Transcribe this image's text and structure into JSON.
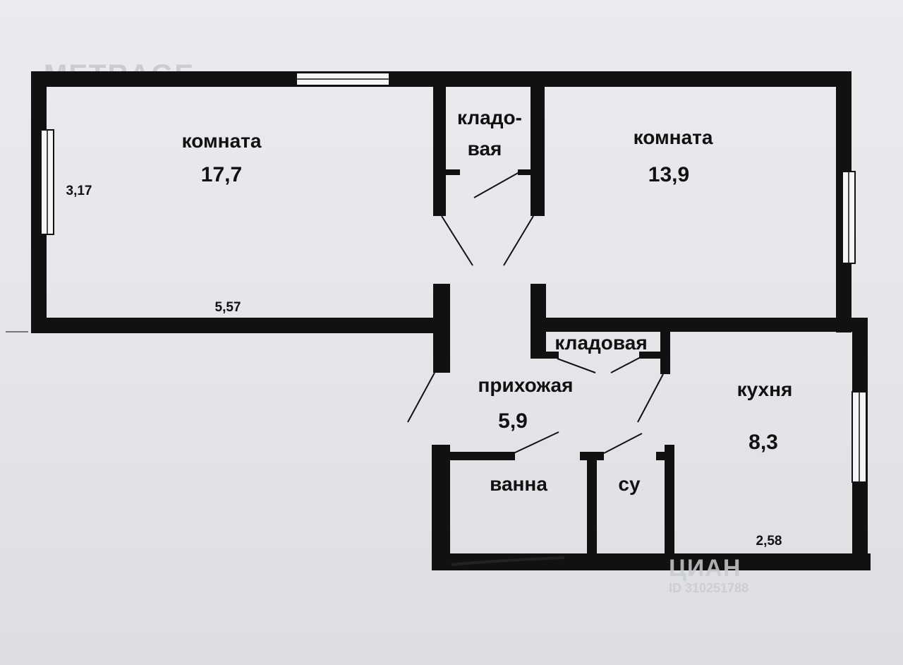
{
  "watermarks": {
    "top": "METRAGE",
    "bottom_brand": "ЦИАН",
    "bottom_id": "ID 310251788"
  },
  "rooms": [
    {
      "id": "room-1",
      "name": "комната",
      "area": "17,7"
    },
    {
      "id": "pantry-1",
      "name_line1": "кладо-",
      "name_line2": "вая"
    },
    {
      "id": "room-2",
      "name": "комната",
      "area": "13,9"
    },
    {
      "id": "pantry-2",
      "name": "кладовая"
    },
    {
      "id": "hallway",
      "name": "прихожая",
      "area": "5,9"
    },
    {
      "id": "kitchen",
      "name": "кухня",
      "area": "8,3"
    },
    {
      "id": "bathroom",
      "name": "ванна"
    },
    {
      "id": "toilet",
      "name": "су"
    }
  ],
  "dimensions": {
    "room1_height": "3,17",
    "room1_width": "5,57",
    "kitchen_width": "2,58"
  },
  "colors": {
    "wall": "#111111",
    "paper": "#e6e8ec",
    "window": "#f4f5f7"
  }
}
